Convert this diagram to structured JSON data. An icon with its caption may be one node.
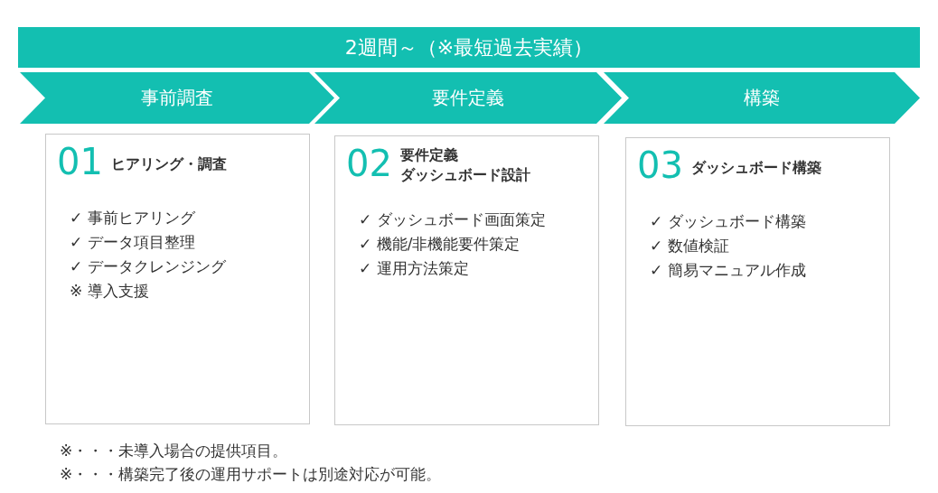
{
  "diagram": {
    "nodes": [
      {
        "text": [
          "2週間～（※最短過去実績）"
        ]
      },
      {
        "text": [
          "事前調査"
        ]
      },
      {
        "text": [
          "要件定義"
        ]
      },
      {
        "text": [
          "構築"
        ]
      },
      {
        "text": [
          "01",
          "ヒアリング・調査",
          "✓ 事前ヒアリング",
          "✓ データ項目整理",
          "✓ データクレンジング",
          "※ 導入支援"
        ]
      },
      {
        "text": [
          "02",
          "要件定義",
          "ダッシュボード設計",
          "✓ ダッシュボード画面策定",
          "✓ 機能/非機能要件策定",
          "✓ 運用方法策定"
        ]
      },
      {
        "text": [
          "03",
          "ダッシュボード構築",
          "✓ ダッシュボード構築",
          "✓ 数値検証",
          "✓ 簡易マニュアル作成"
        ]
      }
    ],
    "labels": [
      "※・・・未導入場合の提供項目。",
      "※・・・構築完了後の運用サポートは別途対応が可能。"
    ]
  }
}
